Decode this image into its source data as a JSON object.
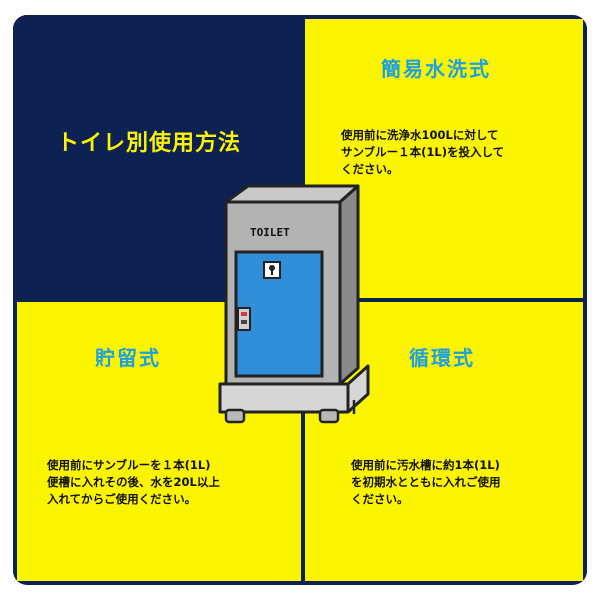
{
  "title": "トイレ別使用方法",
  "toilet_sign": "TOILET",
  "sections": {
    "simple": {
      "heading": "簡易水洗式",
      "body": "使用前に洗浄水100Lに対して\nサンブルー１本(1L)を投入して\nください。"
    },
    "storage": {
      "heading": "貯留式",
      "body": "使用前にサンブルーを１本(1L)\n便槽に入れその後、水を20L以上\n入れてからご使用ください。"
    },
    "circulation": {
      "heading": "循環式",
      "body": "使用前に汚水槽に約1本(1L)\nを初期水とともに入れご使用\nください。"
    }
  },
  "colors": {
    "navy": "#0d2152",
    "yellow": "#fbf400",
    "heading_blue": "#1ea0e0",
    "door_blue": "#2f8fd8"
  }
}
